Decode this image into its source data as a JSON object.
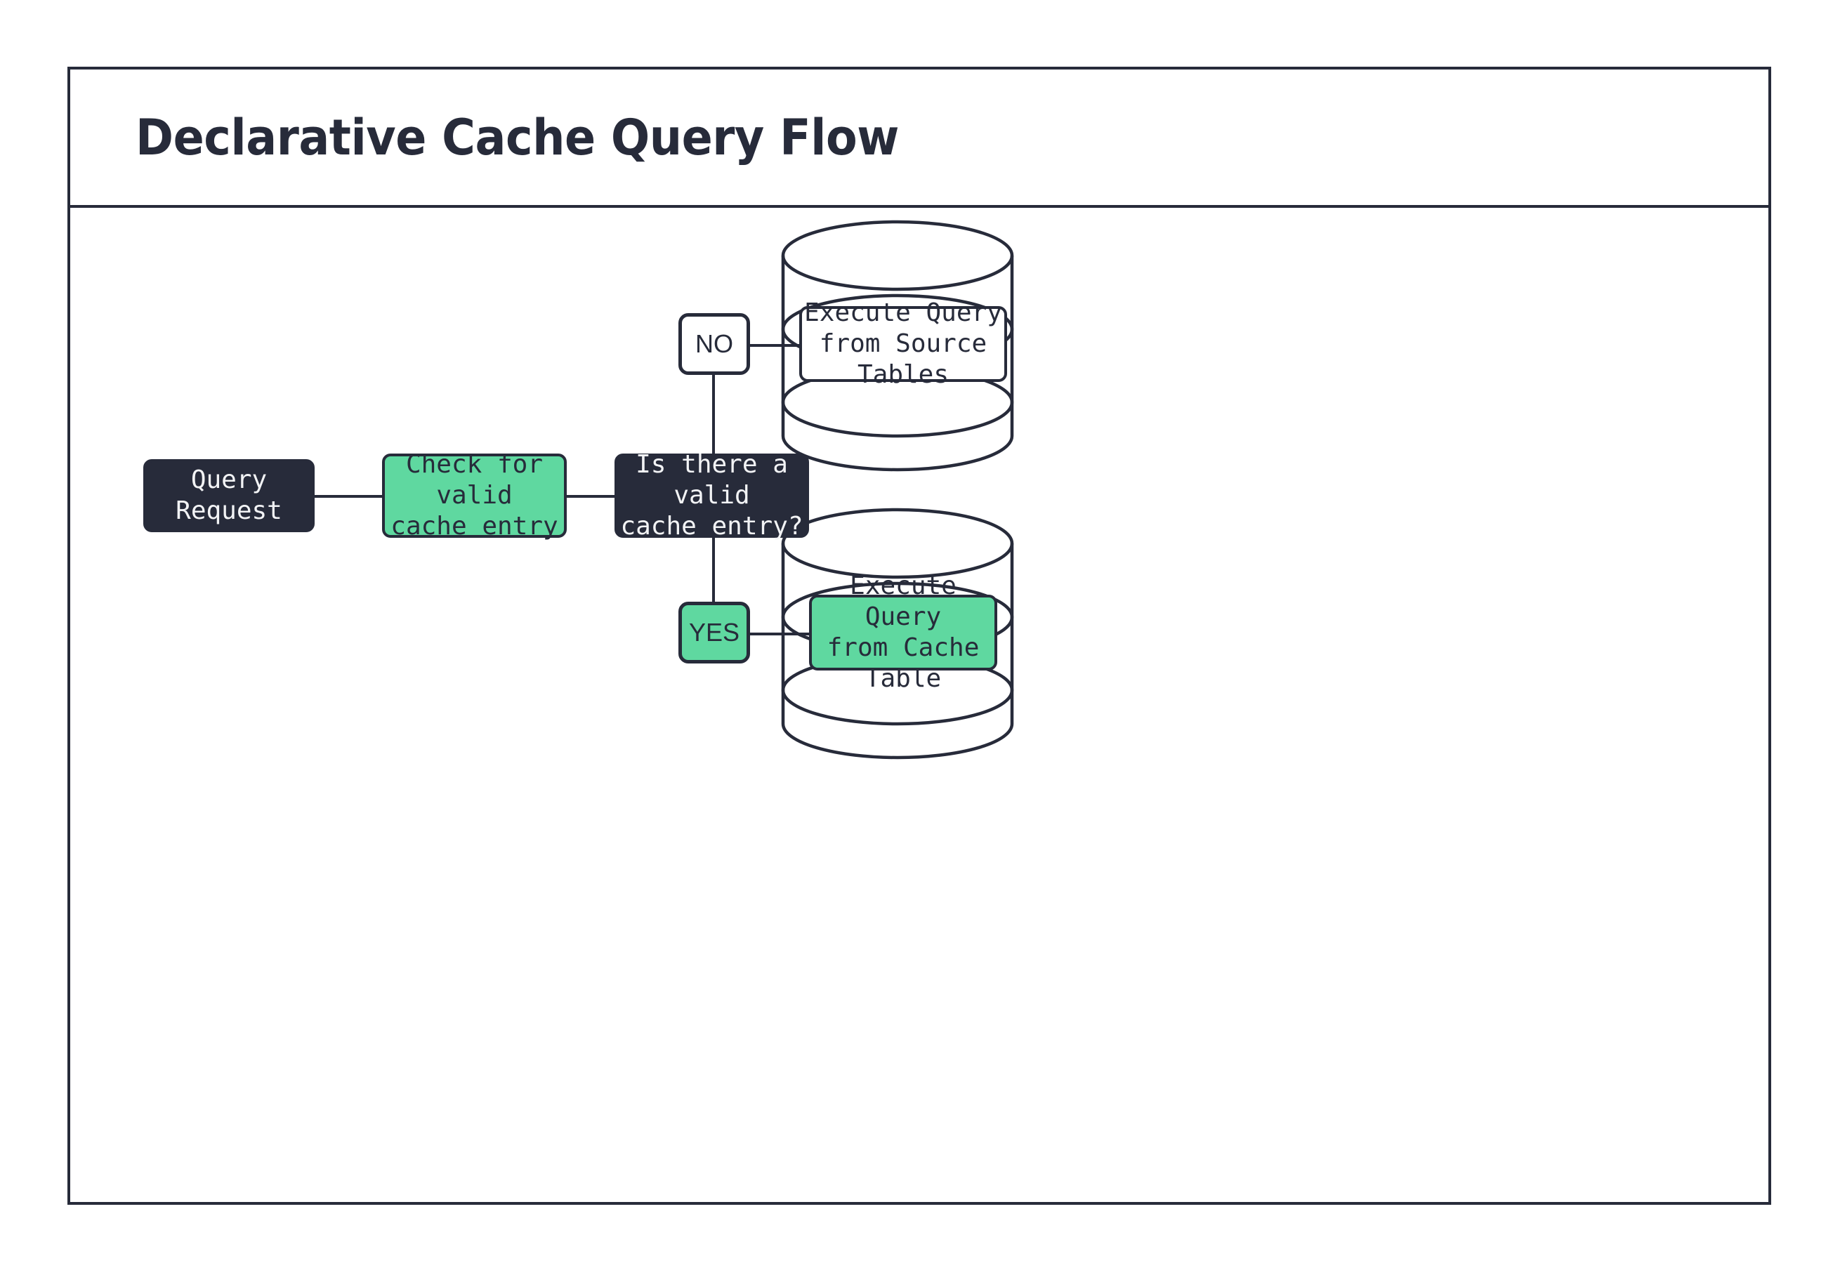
{
  "header": {
    "title": "Declarative Cache Query Flow"
  },
  "colors": {
    "ink": "#272b3a",
    "green": "#5fd8a0",
    "white": "#ffffff",
    "dark_text": "#f2f3f5"
  },
  "flow": {
    "nodes": {
      "query_request": {
        "label": "Query Request",
        "style": "dark"
      },
      "check_cache": {
        "label": "Check for valid\ncache entry",
        "style": "green"
      },
      "decision": {
        "label": "Is there a valid\ncache entry?",
        "style": "dark"
      },
      "source_tables": {
        "label": "Execute Query\nfrom Source Tables",
        "style": "white"
      },
      "cache_table": {
        "label": "Execute Query\nfrom Cache Table",
        "style": "green"
      }
    },
    "branches": {
      "no": {
        "label": "NO",
        "style": "white"
      },
      "yes": {
        "label": "YES",
        "style": "green"
      }
    },
    "databases": {
      "source_db": {
        "name": "source-tables-database"
      },
      "cache_db": {
        "name": "cache-table-database"
      }
    }
  }
}
